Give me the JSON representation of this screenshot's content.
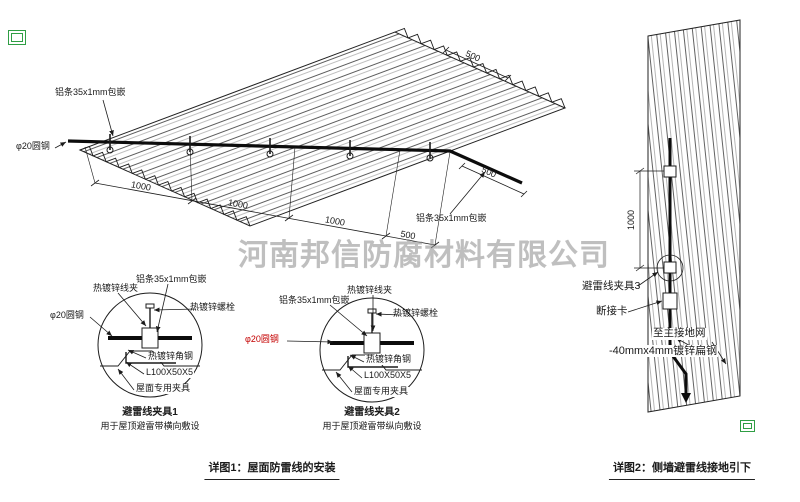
{
  "watermark": "河南邦信防腐材料有限公司",
  "colors": {
    "line": "#1c1c1c",
    "red": "#c40000",
    "green": "#2f9e44",
    "watermark": "#969696"
  },
  "roof": {
    "label_alum_top": "铝条35x1mm包嵌",
    "label_round_steel": "φ20圆钢",
    "label_alum_bottom": "铝条35x1mm包嵌",
    "dims_bottom": [
      "1000",
      "1000",
      "1000",
      "500"
    ],
    "dim_right_upper": "500",
    "dim_right_lower": "500"
  },
  "detail1": {
    "label_wire_clamp": "热镀锌线夹",
    "label_alum_strip": "铝条35x1mm包嵌",
    "label_bolt": "热镀锌螺栓",
    "label_round_steel": "φ20圆钢",
    "label_angle_steel": "热镀锌角钢",
    "label_angle_spec": "L100X50X5",
    "label_roof_clamp": "屋面专用夹具",
    "title": "避雷线夹具1",
    "subtitle": "用于屋顶避雷带横向敷设"
  },
  "detail2": {
    "label_wire_clamp": "热镀锌线夹",
    "label_alum_strip": "铝条35x1mm包嵌",
    "label_bolt": "热镀锌螺栓",
    "label_round_steel": "φ20圆钢",
    "label_angle_steel": "热镀锌角钢",
    "label_angle_spec": "L100X50X5",
    "label_roof_clamp": "屋面专用夹具",
    "title": "避雷线夹具2",
    "subtitle": "用于屋顶避雷带纵向敷设"
  },
  "captions": {
    "detail1": "详图1：屋面防雷线的安装",
    "detail2": "详图2：侧墙避雷线接地引下"
  },
  "wall": {
    "dim_height": "1000",
    "label_clamp3": "避雷线夹具3",
    "label_disconnect": "断接卡",
    "label_to_ground": "至主接地网",
    "label_flat_steel": "-40mmx4mm镀锌扁钢"
  }
}
